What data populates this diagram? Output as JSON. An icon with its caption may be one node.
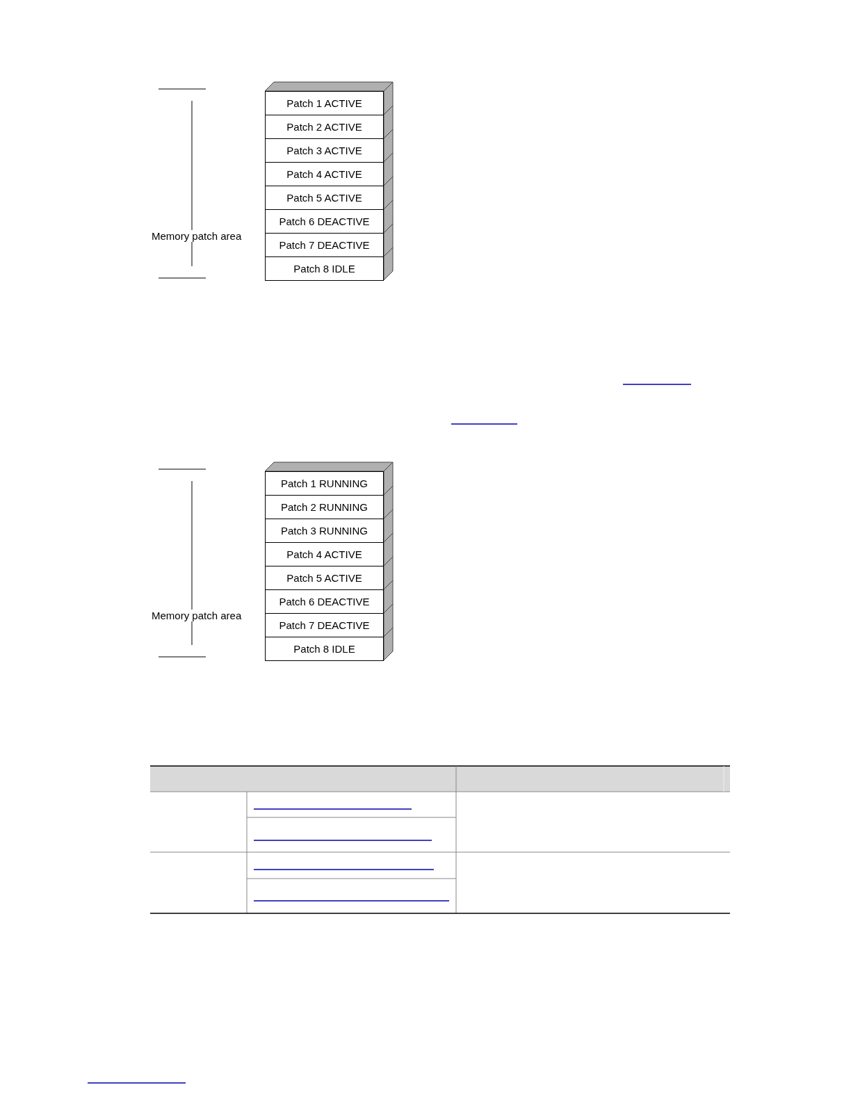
{
  "diagram": {
    "nodes": [
      {
        "text": [
          "Patch 1 ACTIVE"
        ]
      },
      {
        "text": [
          "Patch 2 ACTIVE"
        ]
      },
      {
        "text": [
          "Patch 3 ACTIVE"
        ]
      },
      {
        "text": [
          "Patch 4 ACTIVE"
        ]
      },
      {
        "text": [
          "Patch 5 ACTIVE"
        ]
      },
      {
        "text": [
          "Patch 6 DEACTIVE"
        ]
      },
      {
        "text": [
          "Patch 7 DEACTIVE"
        ]
      },
      {
        "text": [
          "Patch 8 IDLE"
        ]
      },
      {
        "text": [
          "Patch 1 RUNNING"
        ]
      },
      {
        "text": [
          "Patch 2 RUNNING"
        ]
      },
      {
        "text": [
          "Patch 3 RUNNING"
        ]
      },
      {
        "text": [
          "Patch 4 ACTIVE"
        ]
      },
      {
        "text": [
          "Patch 5 ACTIVE"
        ]
      },
      {
        "text": [
          "Patch 6 DEACTIVE"
        ]
      },
      {
        "text": [
          "Patch 7 DEACTIVE"
        ]
      },
      {
        "text": [
          "Patch 8 IDLE"
        ]
      }
    ],
    "edges": [],
    "labels": [
      "Memory patch area",
      "Memory patch area"
    ]
  }
}
